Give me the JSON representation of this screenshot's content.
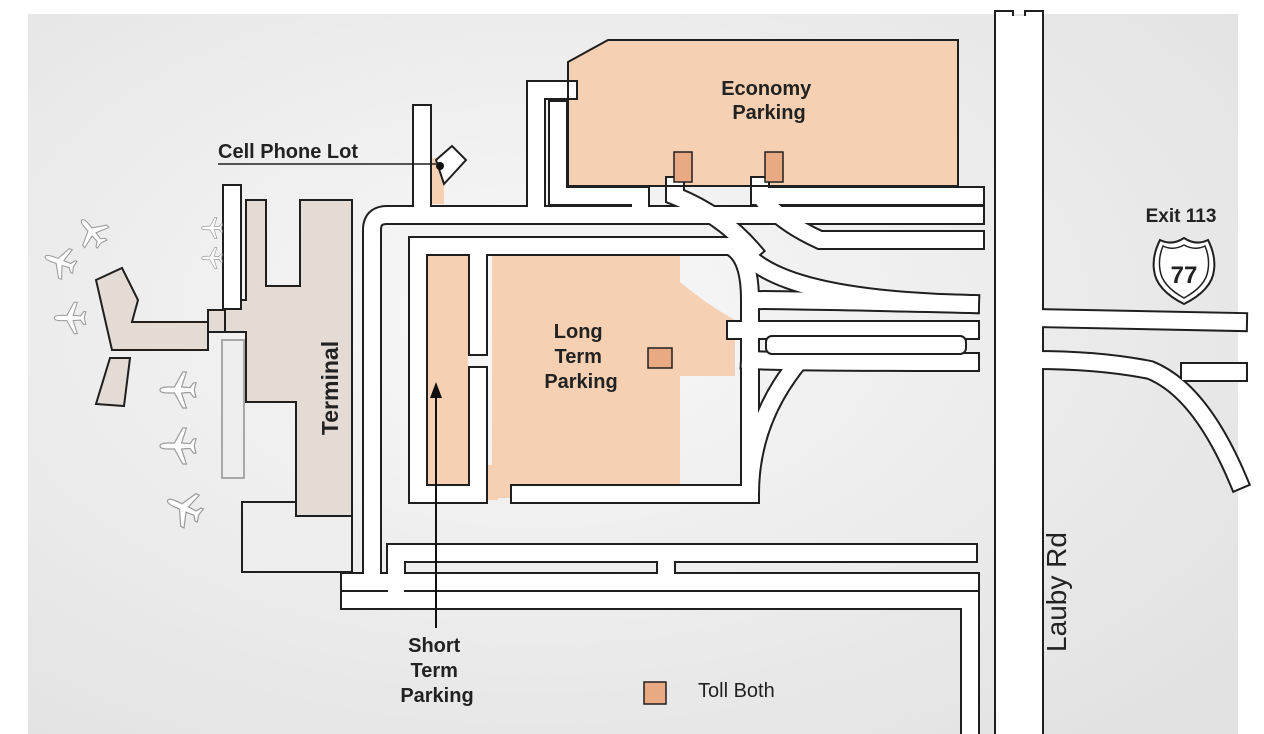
{
  "map": {
    "labels": {
      "economy_parking": [
        "Economy",
        "Parking"
      ],
      "cell_phone_lot": "Cell Phone Lot",
      "terminal": "Terminal",
      "long_term_parking": [
        "Long",
        "Term",
        "Parking"
      ],
      "short_term_parking": [
        "Short",
        "Term",
        "Parking"
      ],
      "exit": "Exit 113",
      "highway_shield": "77",
      "road_name": "Lauby Rd"
    },
    "legend": {
      "toll_booth_label": "Toll Both"
    },
    "icons": {
      "airplane": "airplane-icon",
      "highway_shield": "interstate-shield-icon",
      "pointer_dot": "pointer-dot-icon",
      "arrow": "arrow-up-icon"
    },
    "colors": {
      "background_gradient_light": "#f8f8f8",
      "background_gradient_dark": "#e2e2e2",
      "road_fill": "#ffffff",
      "road_stroke": "#1f1f1f",
      "parking_fill": "#f6d0b2",
      "terminal_fill": "#e4dbd5",
      "toll_booth_fill": "#e9a982",
      "airplane_fill": "#ffffff",
      "text": "#222222"
    }
  }
}
